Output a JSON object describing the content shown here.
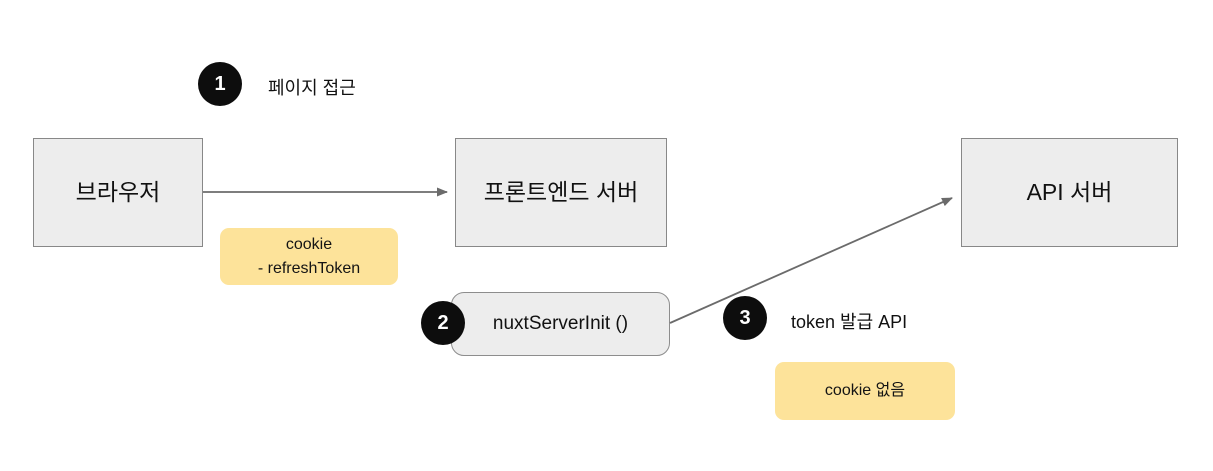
{
  "diagram": {
    "title": "Nuxt SSR token issue flow",
    "colors": {
      "node_fill": "#ededed",
      "node_stroke": "#888888",
      "note_fill": "#fde39a",
      "badge_fill": "#0d0d0d",
      "edge_stroke": "#6b6b6b",
      "background": "#ffffff"
    },
    "nodes": [
      {
        "id": "browser",
        "label": "브라우저"
      },
      {
        "id": "frontend",
        "label": "프론트엔드 서버"
      },
      {
        "id": "api",
        "label": "API 서버"
      },
      {
        "id": "nuxt-server-init",
        "label": "nuxtServerInit ()"
      }
    ],
    "steps": [
      {
        "number": "1",
        "label": "페이지 접근"
      },
      {
        "number": "2",
        "label": ""
      },
      {
        "number": "3",
        "label": "token 발급 API"
      }
    ],
    "notes": [
      {
        "id": "cookie-refresh-token",
        "lines": [
          "cookie",
          "- refreshToken"
        ]
      },
      {
        "id": "cookie-none",
        "lines": [
          "cookie 없음"
        ]
      }
    ],
    "edges": [
      {
        "id": "browser-to-frontend",
        "from": "browser",
        "to": "frontend"
      },
      {
        "id": "nuxt-to-api",
        "from": "nuxt-server-init",
        "to": "api"
      }
    ]
  }
}
